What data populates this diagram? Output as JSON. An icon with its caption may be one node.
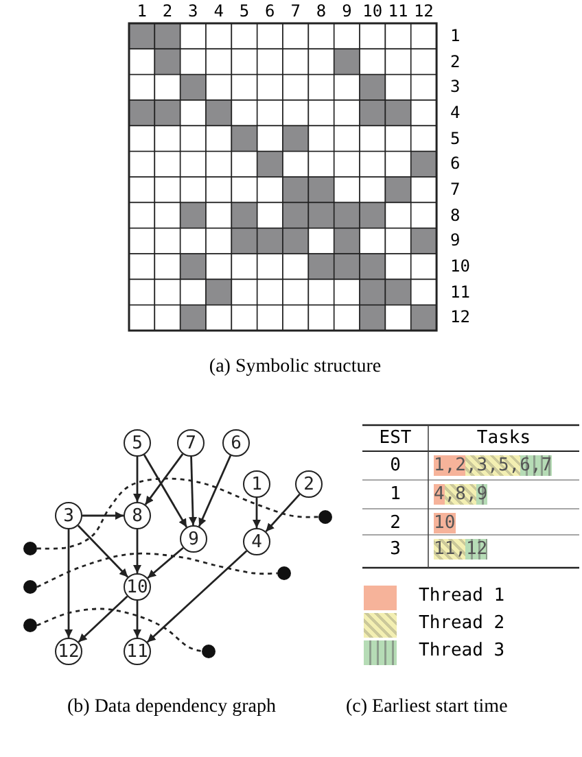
{
  "diagram": {
    "nodes": [
      {
        "text": [
          "5"
        ]
      },
      {
        "text": [
          "7"
        ]
      },
      {
        "text": [
          "6"
        ]
      },
      {
        "text": [
          "1"
        ]
      },
      {
        "text": [
          "2"
        ]
      },
      {
        "text": [
          "3"
        ]
      },
      {
        "text": [
          "8"
        ]
      },
      {
        "text": [
          "9"
        ]
      },
      {
        "text": [
          "4"
        ]
      },
      {
        "text": [
          "10"
        ]
      },
      {
        "text": [
          "12"
        ]
      },
      {
        "text": [
          "11"
        ]
      },
      {
        "text": [],
        "shape": "circle"
      },
      {
        "text": [],
        "shape": "circle"
      },
      {
        "text": [],
        "shape": "circle"
      },
      {
        "text": [],
        "shape": "circle"
      },
      {
        "text": [],
        "shape": "circle"
      },
      {
        "text": [],
        "shape": "circle"
      }
    ],
    "edges": [
      {
        "from": 0,
        "to": 6,
        "arrow": "to"
      },
      {
        "from": 0,
        "to": 7,
        "arrow": "to"
      },
      {
        "from": 1,
        "to": 6,
        "arrow": "to"
      },
      {
        "from": 1,
        "to": 7,
        "arrow": "to"
      },
      {
        "from": 2,
        "to": 7,
        "arrow": "to"
      },
      {
        "from": 3,
        "to": 8,
        "arrow": "to"
      },
      {
        "from": 4,
        "to": 8,
        "arrow": "to"
      },
      {
        "from": 5,
        "to": 6,
        "arrow": "to"
      },
      {
        "from": 5,
        "to": 9,
        "arrow": "to"
      },
      {
        "from": 5,
        "to": 10,
        "arrow": "to"
      },
      {
        "from": 6,
        "to": 9,
        "arrow": "to"
      },
      {
        "from": 7,
        "to": 9,
        "arrow": "to"
      },
      {
        "from": 9,
        "to": 10,
        "arrow": "to"
      },
      {
        "from": 9,
        "to": 11,
        "arrow": "to"
      },
      {
        "from": 8,
        "to": 11,
        "arrow": "to"
      },
      {
        "from": 12,
        "to": 13,
        "arrow": "none",
        "style": "dashed"
      },
      {
        "from": 14,
        "to": 15,
        "arrow": "none",
        "style": "dashed"
      },
      {
        "from": 16,
        "to": 17,
        "arrow": "none",
        "style": "dashed"
      }
    ],
    "labels": [
      "1",
      "2",
      "3",
      "4",
      "5",
      "6",
      "7",
      "8",
      "9",
      "10",
      "11",
      "12",
      "1",
      "2",
      "3",
      "4",
      "5",
      "6",
      "7",
      "8",
      "9",
      "10",
      "11",
      "12",
      "(a) Symbolic structure",
      "EST",
      "Tasks",
      "0",
      "1,2,3,5,6,7",
      "1",
      "4,8,9",
      "2",
      "10",
      "3",
      "11,12",
      "(b) Data dependency graph",
      "(c) Earliest start time"
    ],
    "legend": [
      {
        "text": "Thread 1",
        "color": "#f6b39a"
      },
      {
        "text": "Thread 2"
      },
      {
        "text": "Thread 3"
      }
    ]
  }
}
